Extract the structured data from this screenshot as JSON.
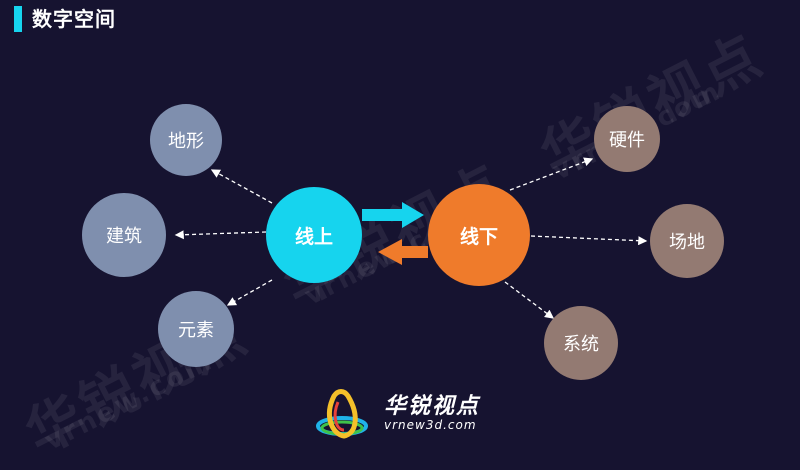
{
  "header": {
    "title": "数字空间"
  },
  "center": {
    "online": "线上",
    "offline": "线下"
  },
  "left_nodes": [
    "地形",
    "建筑",
    "元素"
  ],
  "right_nodes": [
    "硬件",
    "场地",
    "系统"
  ],
  "watermark": {
    "brand": "华锐视点",
    "site": "vrnew.com"
  },
  "logo": {
    "name": "华锐视点",
    "url": "vrnew3d.com"
  },
  "colors": {
    "background": "#161330",
    "online": "#16d4ee",
    "offline": "#ef7b2b",
    "left_nodes": "#7f8fae",
    "right_nodes": "#937a72",
    "accent_bar": "#16d4ee"
  }
}
